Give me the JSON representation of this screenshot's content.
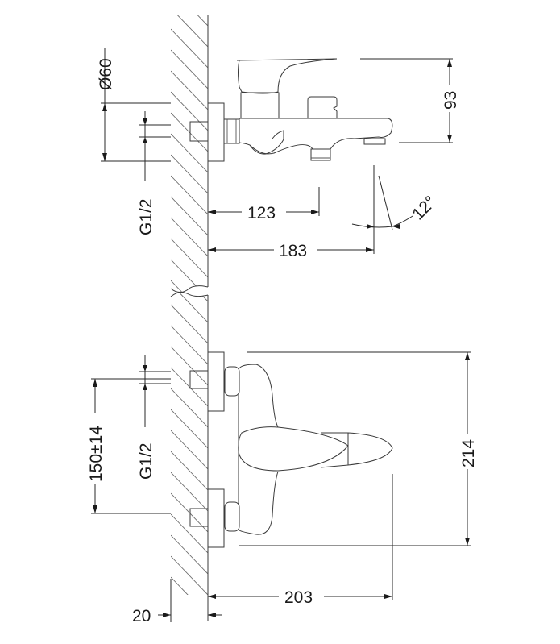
{
  "top_view": {
    "pipe_diameter": "Ø60",
    "height": "93",
    "thread": "G1/2",
    "diverter_reach": "123",
    "spout_reach": "183",
    "spout_angle": "12°"
  },
  "bottom_view": {
    "centre_distance": "150±14",
    "thread": "G1/2",
    "total_height": "214",
    "projection": "203",
    "flange_depth": "20"
  }
}
